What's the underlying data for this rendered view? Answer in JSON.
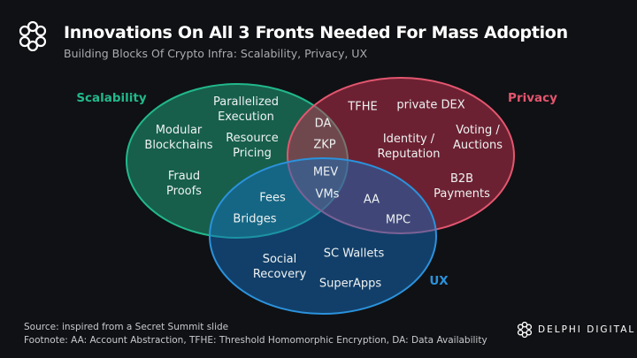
{
  "header": {
    "title": "Innovations On All 3 Fronts Needed For Mass Adoption",
    "subtitle": "Building Blocks Of Crypto Infra: Scalability, Privacy, UX",
    "logo_icon": "delphi-knot-icon"
  },
  "sets": {
    "scalability": "Scalability",
    "privacy": "Privacy",
    "ux": "UX"
  },
  "colors": {
    "scalability": "#22b88c",
    "privacy": "#e3566f",
    "ux": "#2b92dc",
    "background": "#101114"
  },
  "items": {
    "parallelized": [
      "Parallelized",
      "Execution"
    ],
    "modular": [
      "Modular",
      "Blockchains"
    ],
    "resource": [
      "Resource",
      "Pricing"
    ],
    "fraud": [
      "Fraud",
      "Proofs"
    ],
    "fees": "Fees",
    "bridges": "Bridges",
    "da": "DA",
    "zkp": "ZKP",
    "mev": "MEV",
    "vms": "VMs",
    "tfhe": "TFHE",
    "private_dex": "private DEX",
    "identity": [
      "Identity /",
      "Reputation"
    ],
    "voting": [
      "Voting /",
      "Auctions"
    ],
    "b2b": [
      "B2B",
      "Payments"
    ],
    "aa": "AA",
    "mpc": "MPC",
    "social": [
      "Social",
      "Recovery"
    ],
    "sc_wallets": "SC Wallets",
    "superapps": "SuperApps"
  },
  "footer": {
    "source": "Source: inspired from a Secret Summit slide",
    "footnote": "Footnote: AA: Account Abstraction, TFHE: Threshold Homomorphic Encryption, DA: Data Availability",
    "brand": "DELPHI DIGITAL"
  }
}
